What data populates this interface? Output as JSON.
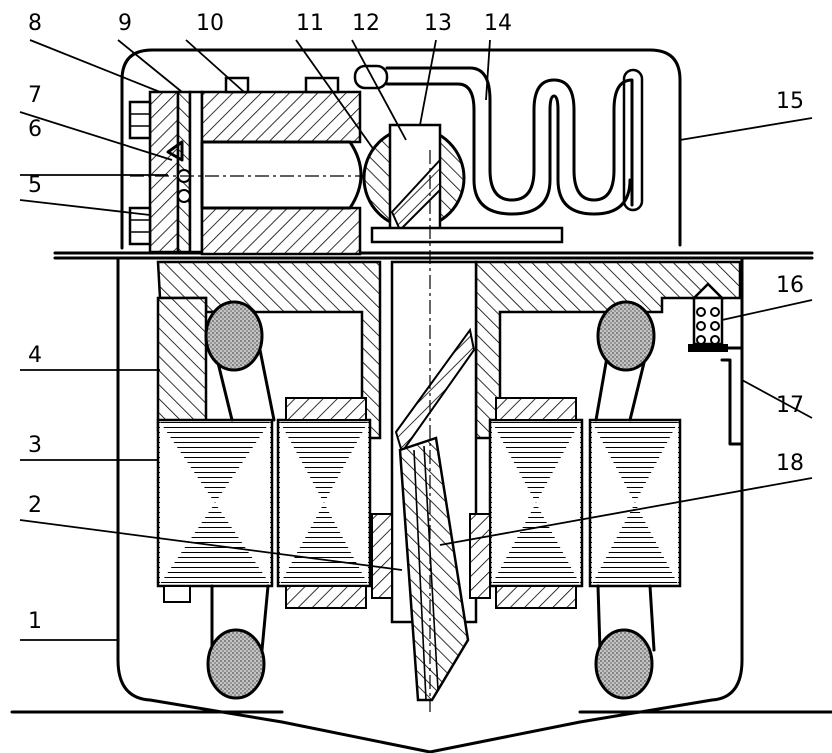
{
  "callouts": [
    {
      "id": "1",
      "label": "1"
    },
    {
      "id": "2",
      "label": "2"
    },
    {
      "id": "3",
      "label": "3"
    },
    {
      "id": "4",
      "label": "4"
    },
    {
      "id": "5",
      "label": "5"
    },
    {
      "id": "6",
      "label": "6"
    },
    {
      "id": "7",
      "label": "7"
    },
    {
      "id": "8",
      "label": "8"
    },
    {
      "id": "9",
      "label": "9"
    },
    {
      "id": "10",
      "label": "10"
    },
    {
      "id": "11",
      "label": "11"
    },
    {
      "id": "12",
      "label": "12"
    },
    {
      "id": "13",
      "label": "13"
    },
    {
      "id": "14",
      "label": "14"
    },
    {
      "id": "15",
      "label": "15"
    },
    {
      "id": "16",
      "label": "16"
    },
    {
      "id": "17",
      "label": "17"
    },
    {
      "id": "18",
      "label": "18"
    }
  ],
  "colors": {
    "ink": "#000000",
    "paper": "#ffffff",
    "stipple": "#bdbdbd"
  }
}
